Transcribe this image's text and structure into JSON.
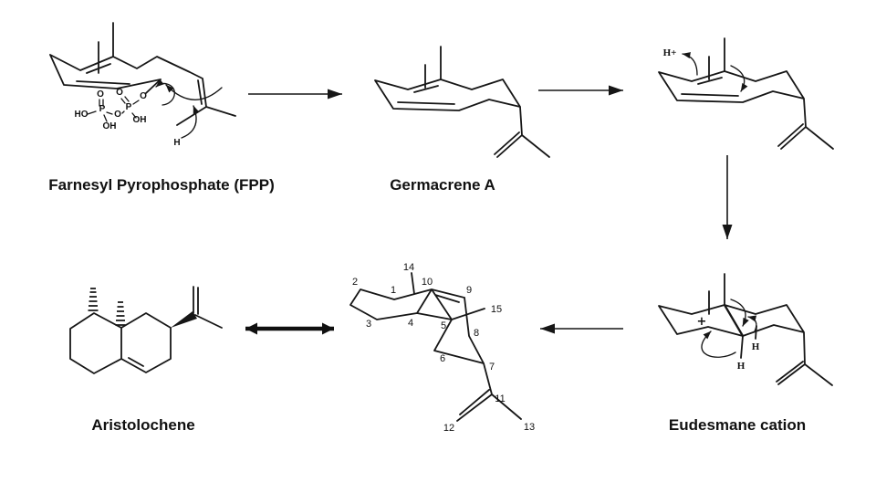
{
  "compounds": {
    "fpp": {
      "name": "Farnesyl Pyrophosphate (FPP)",
      "phosphate": {
        "ho": "HO",
        "p1": "P",
        "o_dbl1": "O",
        "oh1": "OH",
        "o_bridge": "O",
        "p2": "P",
        "o_dbl2": "O",
        "oh2": "OH",
        "o_ester": "O"
      },
      "allylic_h": "H"
    },
    "germacrene_a": {
      "name": "Germacrene A"
    },
    "protonated_germacrene": {
      "proton": "H+"
    },
    "eudesmane_cation": {
      "name": "Eudesmane cation",
      "charge": "+",
      "h_ring_junction": "H",
      "h_bottom": "H"
    },
    "numbered_skeleton": {
      "numbers": {
        "c1": "1",
        "c2": "2",
        "c3": "3",
        "c4": "4",
        "c5": "5",
        "c6": "6",
        "c7": "7",
        "c8": "8",
        "c9": "9",
        "c10": "10",
        "c11": "11",
        "c12": "12",
        "c13": "13",
        "c14": "14",
        "c15": "15"
      }
    },
    "aristolochene": {
      "name": "Aristolochene"
    }
  },
  "colors": {
    "ink": "#161616",
    "background": "#ffffff"
  }
}
